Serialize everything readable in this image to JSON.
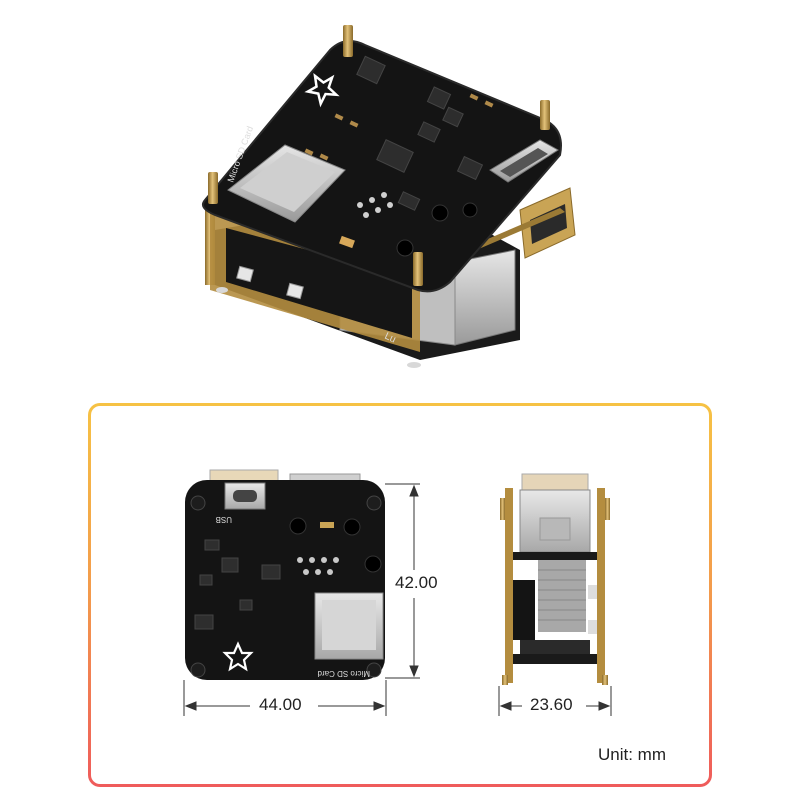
{
  "product": {
    "board_marking_top": "Micro SD Card",
    "board_marking_bottom": "Micro SD Card",
    "usb_marking": "USB",
    "edge_marking": "Lu"
  },
  "dimensions": {
    "height_label": "42.00",
    "width_label": "44.00",
    "depth_label": "23.60",
    "unit_text": "Unit: mm"
  },
  "colors": {
    "pcb": "#141414",
    "brass": "#c9a455",
    "metal": "#c8c8c8",
    "frame_top": "#f6c244",
    "frame_bottom": "#ef5b5b"
  }
}
